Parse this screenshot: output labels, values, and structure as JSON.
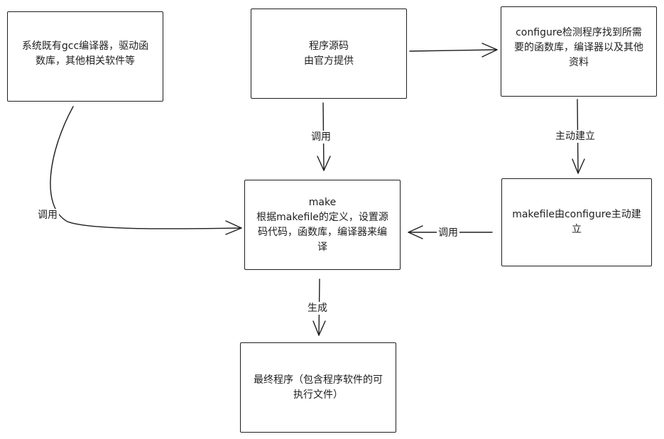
{
  "nodes": {
    "existing_software": "系统既有gcc编译器，驱动函\n数库，其他相关软件等",
    "source_code": "程序源码\n由官方提供",
    "configure": "configure检测程序找到所需\n要的函数库，编译器以及其他\n资料",
    "make": "make\n根据makefile的定义，设置源\n码代码，函数库，编译器来编\n译",
    "makefile": "makefile由configure主动建\n立",
    "final_program": "最终程序（包含程序软件的可\n执行文件）"
  },
  "edges": {
    "source_to_make": "调用",
    "existing_to_make": "调用",
    "configure_to_makefile": "主动建立",
    "makefile_to_make": "调用",
    "make_to_final": "生成"
  }
}
